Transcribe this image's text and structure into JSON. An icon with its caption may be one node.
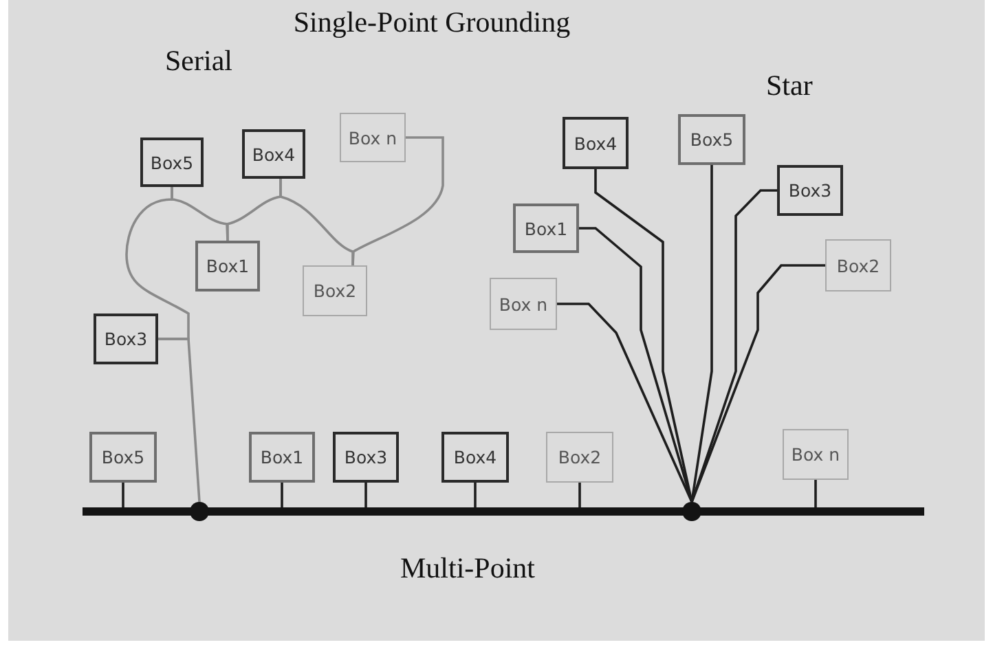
{
  "diagram": {
    "title": "Single-Point Grounding",
    "nodes": [
      {
        "text": [
          "Box5"
        ]
      },
      {
        "text": [
          "Box4"
        ]
      },
      {
        "text": [
          "Box n"
        ]
      },
      {
        "text": [
          "Box1"
        ]
      },
      {
        "text": [
          "Box2"
        ]
      },
      {
        "text": [
          "Box3"
        ]
      },
      {
        "text": [
          "Box4"
        ]
      },
      {
        "text": [
          "Box5"
        ]
      },
      {
        "text": [
          "Box3"
        ]
      },
      {
        "text": [
          "Box1"
        ]
      },
      {
        "text": [
          "Box2"
        ]
      },
      {
        "text": [
          "Box n"
        ]
      },
      {
        "text": [
          "Box5"
        ]
      },
      {
        "text": [
          "Box1"
        ]
      },
      {
        "text": [
          "Box3"
        ]
      },
      {
        "text": [
          "Box4"
        ]
      },
      {
        "text": [
          "Box2"
        ]
      },
      {
        "text": [
          "Box n"
        ]
      },
      {
        "text": [],
        "shape": "bar"
      },
      {
        "text": [],
        "shape": "circle"
      },
      {
        "text": [],
        "shape": "circle"
      }
    ],
    "edges": [
      {
        "from": 2,
        "to": 4,
        "arrow": "none",
        "color": "#8a8a8a"
      },
      {
        "from": 4,
        "to": 1,
        "arrow": "none",
        "color": "#8a8a8a"
      },
      {
        "from": 1,
        "to": 3,
        "arrow": "none",
        "color": "#8a8a8a"
      },
      {
        "from": 3,
        "to": 0,
        "arrow": "none",
        "color": "#8a8a8a"
      },
      {
        "from": 0,
        "to": 5,
        "arrow": "none",
        "color": "#8a8a8a"
      },
      {
        "from": 5,
        "to": 19,
        "arrow": "none",
        "color": "#8a8a8a"
      },
      {
        "from": 6,
        "to": 20,
        "arrow": "none"
      },
      {
        "from": 7,
        "to": 20,
        "arrow": "none"
      },
      {
        "from": 8,
        "to": 20,
        "arrow": "none"
      },
      {
        "from": 9,
        "to": 20,
        "arrow": "none"
      },
      {
        "from": 10,
        "to": 20,
        "arrow": "none"
      },
      {
        "from": 11,
        "to": 20,
        "arrow": "none"
      },
      {
        "from": 12,
        "to": 18,
        "arrow": "none"
      },
      {
        "from": 13,
        "to": 18,
        "arrow": "none"
      },
      {
        "from": 14,
        "to": 18,
        "arrow": "none"
      },
      {
        "from": 15,
        "to": 18,
        "arrow": "none"
      },
      {
        "from": 16,
        "to": 18,
        "arrow": "none"
      },
      {
        "from": 17,
        "to": 18,
        "arrow": "none"
      }
    ],
    "labels": [
      "Serial",
      "Star",
      "Multi-Point"
    ]
  }
}
